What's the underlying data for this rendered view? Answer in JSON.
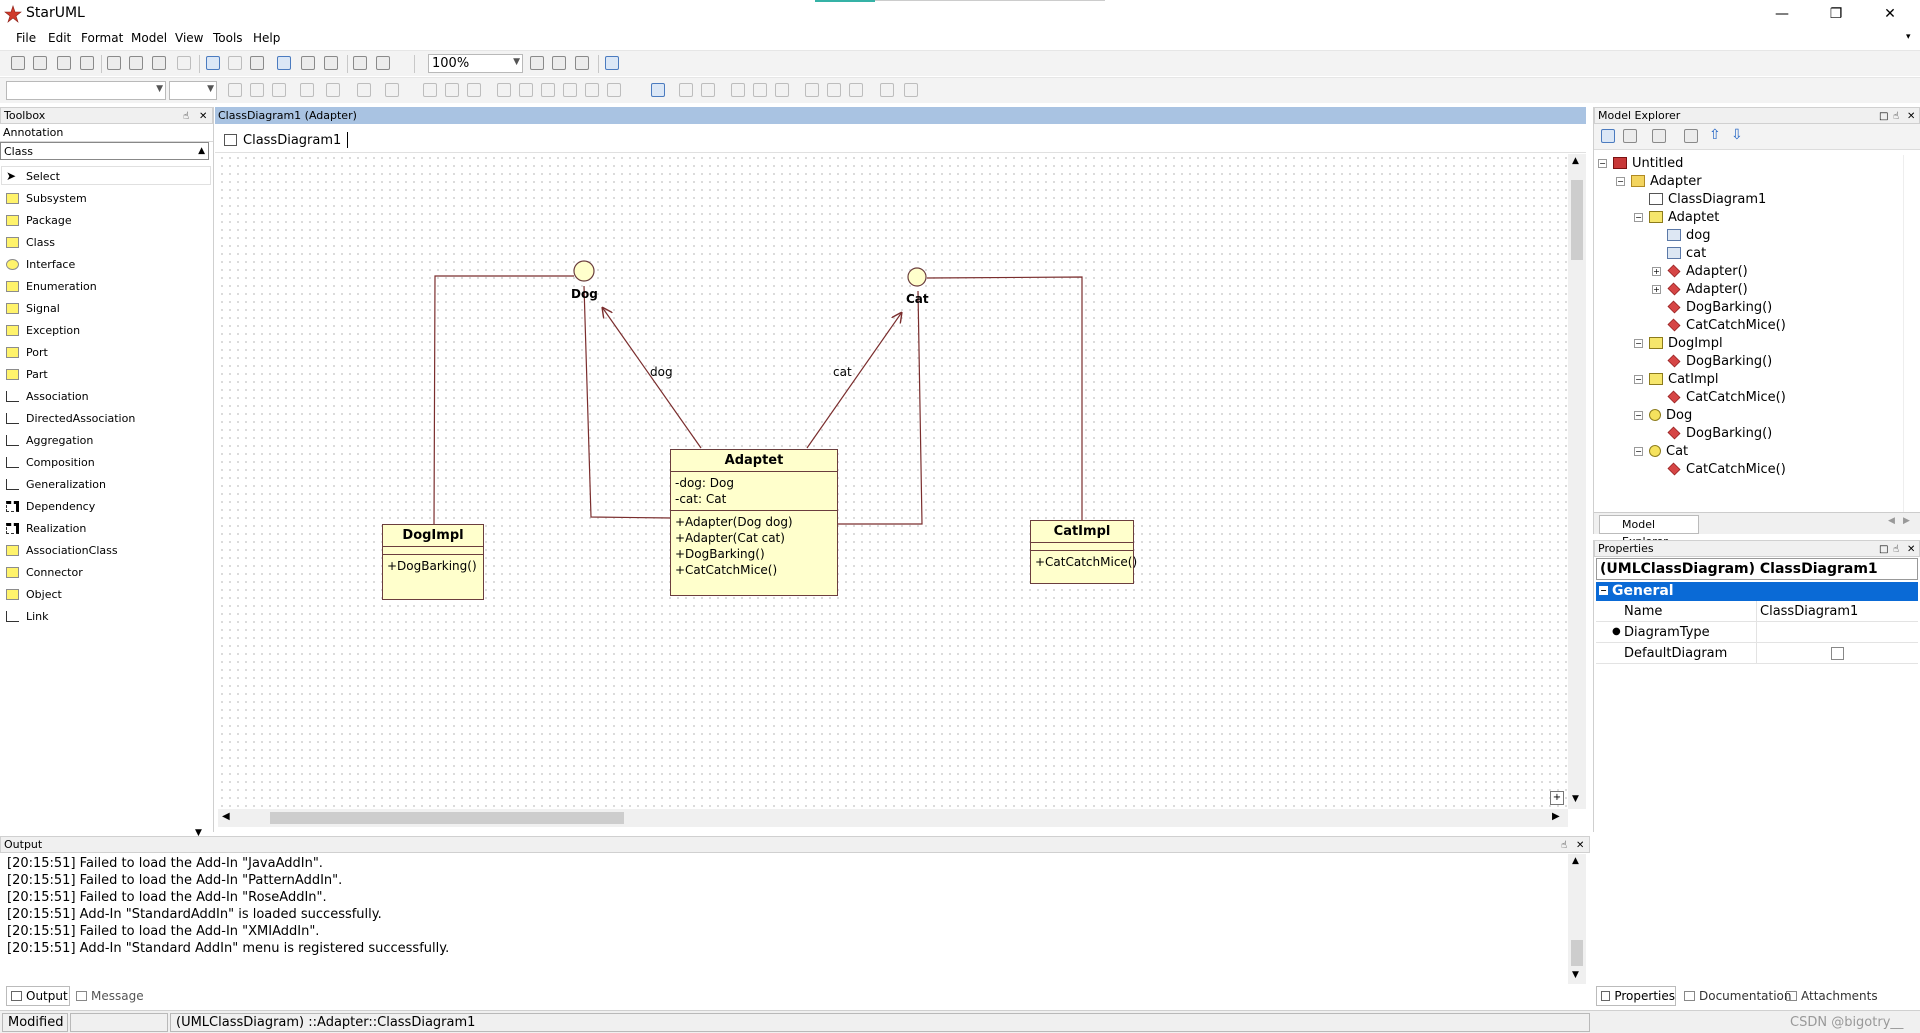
{
  "app": {
    "title": "StarUML",
    "logo_color": "#d03a2a"
  },
  "window": {
    "minimize_icon": "minimize-icon",
    "restore_icon": "restore-icon",
    "close_icon": "close-icon"
  },
  "menu": [
    "File",
    "Edit",
    "Format",
    "Model",
    "View",
    "Tools",
    "Help"
  ],
  "toolbar": {
    "zoom": "100%"
  },
  "toolbox": {
    "title": "Toolbox",
    "groups": [
      "Annotation",
      "Class"
    ],
    "tools": [
      "Select",
      "Subsystem",
      "Package",
      "Class",
      "Interface",
      "Enumeration",
      "Signal",
      "Exception",
      "Port",
      "Part",
      "Association",
      "DirectedAssociation",
      "Aggregation",
      "Composition",
      "Generalization",
      "Dependency",
      "Realization",
      "AssociationClass",
      "Connector",
      "Object",
      "Link"
    ]
  },
  "diagram": {
    "header": "ClassDiagram1 (Adapter)",
    "tab": "ClassDiagram1",
    "header_color": "#a9c3e2",
    "interfaces": [
      "Dog",
      "Cat"
    ],
    "association_labels": [
      "dog",
      "cat"
    ],
    "classes": {
      "adaptet": {
        "name": "Adaptet",
        "attributes": [
          "-dog: Dog",
          "-cat: Cat"
        ],
        "operations": [
          "+Adapter(Dog dog)",
          "+Adapter(Cat cat)",
          "+DogBarking()",
          "+CatCatchMice()"
        ]
      },
      "dogimpl": {
        "name": "DogImpl",
        "operations": [
          "+DogBarking()"
        ]
      },
      "catimpl": {
        "name": "CatImpl",
        "operations": [
          "+CatCatchMice()"
        ]
      }
    },
    "class_fill": "#ffffcc",
    "line_color": "#7a2d2d"
  },
  "explorer": {
    "title": "Model Explorer",
    "tab": "Model Explorer",
    "tree": [
      "Untitled",
      "Adapter",
      "ClassDiagram1",
      "Adaptet",
      "dog",
      "cat",
      "Adapter()",
      "Adapter()",
      "DogBarking()",
      "CatCatchMice()",
      "DogImpl",
      "DogBarking()",
      "CatImpl",
      "CatCatchMice()",
      "Dog",
      "DogBarking()",
      "Cat",
      "CatCatchMice()"
    ]
  },
  "properties": {
    "title": "Properties",
    "subject": "(UMLClassDiagram) ClassDiagram1",
    "section": "General",
    "section_color": "#0a6ad6",
    "rows": [
      {
        "name": "Name",
        "value": "ClassDiagram1"
      },
      {
        "name": "DiagramType",
        "value": ""
      },
      {
        "name": "DefaultDiagram",
        "value": ""
      }
    ]
  },
  "output": {
    "title": "Output",
    "lines": [
      "[20:15:51]  Failed to load the Add-In \"JavaAddIn\".",
      "[20:15:51]  Failed to load the Add-In \"PatternAddIn\".",
      "[20:15:51]  Failed to load the Add-In \"RoseAddIn\".",
      "[20:15:51]  Add-In \"StandardAddIn\" is loaded successfully.",
      "[20:15:51]  Failed to load the Add-In \"XMIAddIn\".",
      "[20:15:51]  Add-In \"Standard AddIn\" menu is registered successfully."
    ]
  },
  "bottom_tabs": {
    "output": "Output",
    "message": "Message",
    "properties": "Properties",
    "documentation": "Documentation",
    "attachments": "Attachments"
  },
  "status": {
    "state": "Modified",
    "path": "(UMLClassDiagram) ::Adapter::ClassDiagram1"
  },
  "watermark": "CSDN @bigotry__"
}
